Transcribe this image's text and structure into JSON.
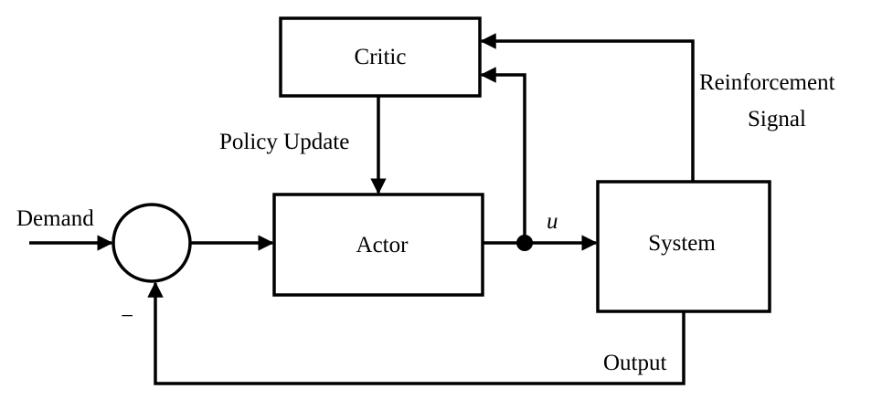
{
  "blocks": {
    "critic": "Critic",
    "actor": "Actor",
    "system": "System"
  },
  "signals": {
    "demand": "Demand",
    "policy_update": "Policy Update",
    "control": "u",
    "reinforcement_line1": "Reinforcement",
    "reinforcement_line2": "Signal",
    "output": "Output",
    "feedback_sign": "−"
  }
}
